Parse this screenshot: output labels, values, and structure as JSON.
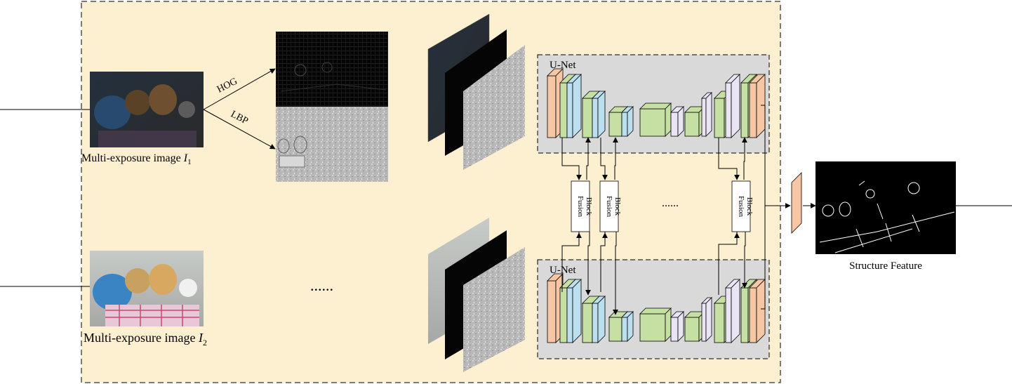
{
  "image1_caption_prefix": "Multi-exposure image ",
  "image1_symbol": "I",
  "image1_subscript": "1",
  "image2_caption_prefix": "Multi-exposure image ",
  "image2_symbol": "I",
  "image2_subscript": "2",
  "hog_label": "HOG",
  "lbp_label": "LBP",
  "unet_top_label": "U-Net",
  "unet_bottom_label": "U-Net",
  "fusion_block_label_line1": "Fusion",
  "fusion_block_label_line2": "Block",
  "ellipsis_images": "......",
  "ellipsis_fusion": "......",
  "output_caption": "Structure Feature",
  "colors": {
    "background_panel": "#fdf0d0",
    "unet_panel": "#d9d9d9",
    "orange_layer": "#f7c6a4",
    "green_layer": "#c6dfa3",
    "blue_layer": "#bcdff0",
    "lavender_layer": "#eae4f4"
  }
}
